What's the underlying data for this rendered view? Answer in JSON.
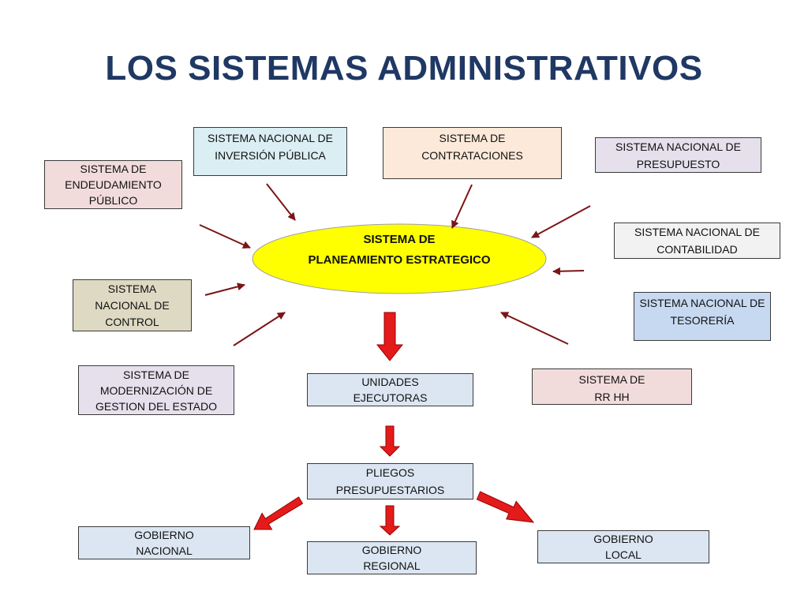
{
  "title": "LOS SISTEMAS ADMINISTRATIVOS",
  "colors": {
    "title": "#1f3864",
    "ellipse_fill": "#ffff00",
    "thin_arrow": "#7b1416",
    "block_arrow": "#e31b1b"
  },
  "center": {
    "line1": "SISTEMA DE",
    "line2": "PLANEAMIENTO ESTRATEGICO"
  },
  "boxes": {
    "endeudamiento": {
      "l1": "SISTEMA DE",
      "l2": "ENDEUDAMIENTO",
      "l3": "PÚBLICO"
    },
    "inversion": {
      "l1": "SISTEMA NACIONAL  DE",
      "l2": "INVERSIÓN PÚBLICA"
    },
    "contrataciones": {
      "l1": "SISTEMA DE",
      "l2": "CONTRATACIONES"
    },
    "presupuesto": {
      "l1": "SISTEMA NACIONAL DE",
      "l2": "PRESUPUESTO"
    },
    "contabilidad": {
      "l1": "SISTEMA NACIONAL DE",
      "l2": "CONTABILIDAD"
    },
    "tesoreria": {
      "l1": "SISTEMA NACIONAL  DE",
      "l2": "TESORERÍA"
    },
    "control": {
      "l1": "SISTEMA",
      "l2": "NACIONAL DE",
      "l3": "CONTROL"
    },
    "modernizacion": {
      "l1": "SISTEMA DE",
      "l2": "MODERNIZACIÓN DE",
      "l3": "GESTION DEL ESTADO"
    },
    "rrhh": {
      "l1": "SISTEMA DE",
      "l2": "RR HH"
    },
    "unidades": {
      "l1": "UNIDADES",
      "l2": "EJECUTORAS"
    },
    "pliegos": {
      "l1": "PLIEGOS",
      "l2": "PRESUPUESTARIOS"
    },
    "gob_nacional": {
      "l1": "GOBIERNO",
      "l2": "NACIONAL"
    },
    "gob_regional": {
      "l1": "GOBIERNO",
      "l2": "REGIONAL"
    },
    "gob_local": {
      "l1": "GOBIERNO",
      "l2": "LOCAL"
    }
  }
}
